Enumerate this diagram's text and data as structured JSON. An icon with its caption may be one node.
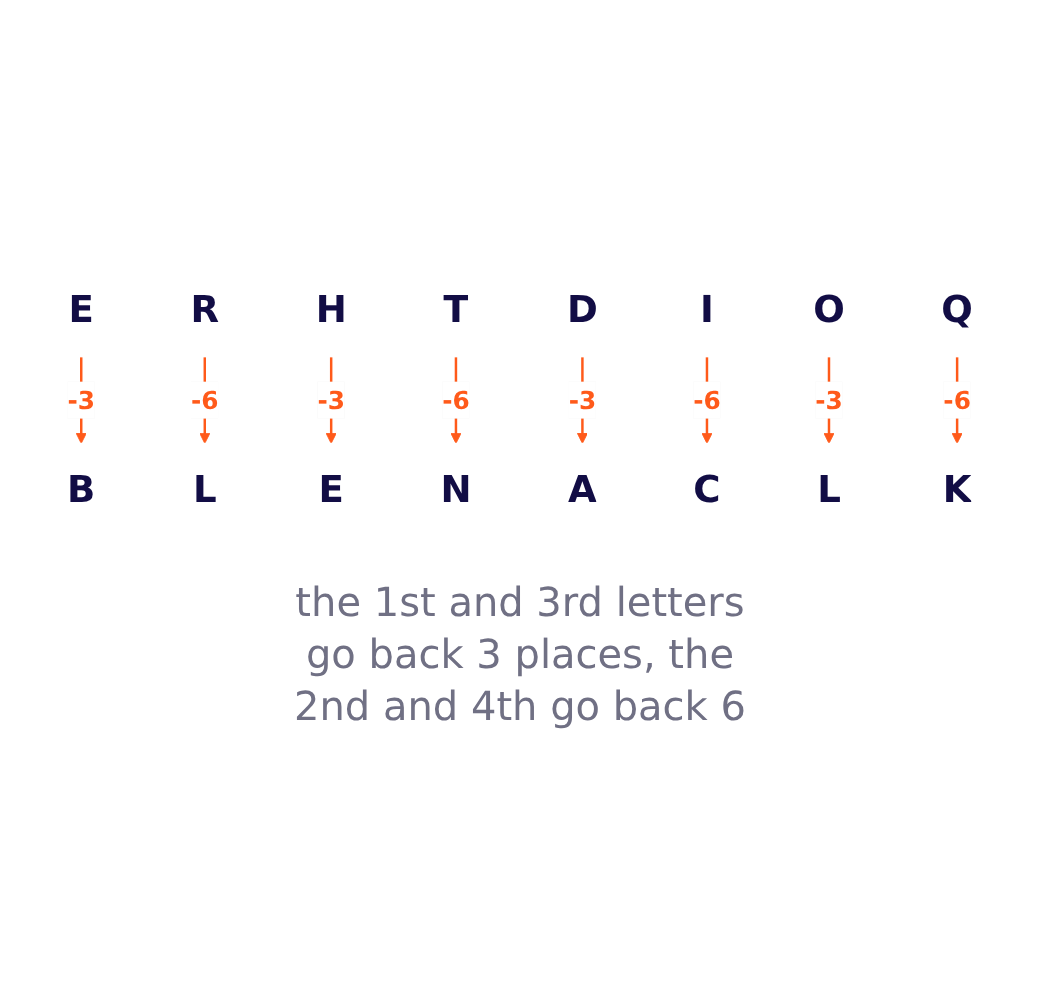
{
  "diagram": {
    "caption": "the 1st and 3rd letters go back 3 places, the 2nd and 4th go back 6",
    "nodes": [
      {
        "text": [
          "E"
        ]
      },
      {
        "text": [
          "R"
        ]
      },
      {
        "text": [
          "H"
        ]
      },
      {
        "text": [
          "T"
        ]
      },
      {
        "text": [
          "B"
        ]
      },
      {
        "text": [
          "L"
        ]
      },
      {
        "text": [
          "E"
        ]
      },
      {
        "text": [
          "N"
        ]
      },
      {
        "text": [
          "D"
        ]
      },
      {
        "text": [
          "I"
        ]
      },
      {
        "text": [
          "O"
        ]
      },
      {
        "text": [
          "Q"
        ]
      },
      {
        "text": [
          "A"
        ]
      },
      {
        "text": [
          "C"
        ]
      },
      {
        "text": [
          "L"
        ]
      },
      {
        "text": [
          "K"
        ]
      }
    ],
    "edges": [
      {
        "from": 0,
        "to": 4,
        "arrow": "to",
        "label": "-3"
      },
      {
        "from": 1,
        "to": 5,
        "arrow": "to",
        "label": "-6"
      },
      {
        "from": 2,
        "to": 6,
        "arrow": "to",
        "label": "-3"
      },
      {
        "from": 3,
        "to": 7,
        "arrow": "to",
        "label": "-6"
      },
      {
        "from": 8,
        "to": 12,
        "arrow": "to",
        "label": "-3"
      },
      {
        "from": 9,
        "to": 13,
        "arrow": "to",
        "label": "-6"
      },
      {
        "from": 10,
        "to": 14,
        "arrow": "to",
        "label": "-3"
      },
      {
        "from": 11,
        "to": 15,
        "arrow": "to",
        "label": "-6"
      }
    ]
  }
}
